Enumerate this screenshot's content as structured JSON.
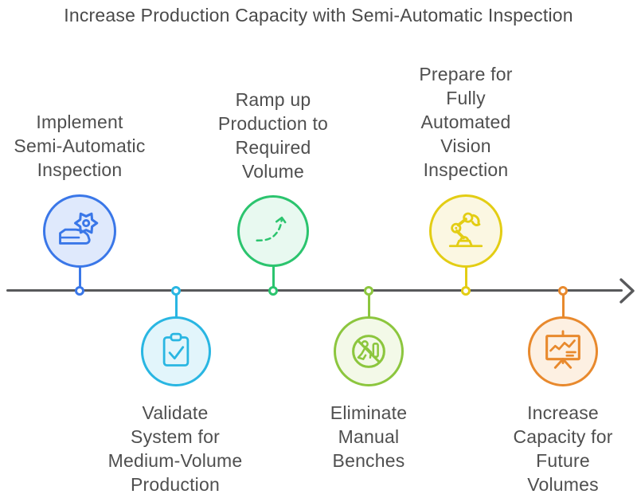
{
  "title": "Increase Production Capacity with Semi-Automatic Inspection",
  "timeline": {
    "direction": "left-to-right",
    "axis_color": "#58595b"
  },
  "milestones": [
    {
      "label": "Implement\nSemi-Automatic\nInspection",
      "position": "above",
      "icon": "gear-machine-icon",
      "stroke_color": "#3a77e8",
      "fill_color": "#dfe9fc"
    },
    {
      "label": "Validate\nSystem for\nMedium-Volume\nProduction",
      "position": "below",
      "icon": "clipboard-check-icon",
      "stroke_color": "#29b6e2",
      "fill_color": "#e2f5fb"
    },
    {
      "label": "Ramp up\nProduction to\nRequired\nVolume",
      "position": "above",
      "icon": "dashed-growth-arrow-icon",
      "stroke_color": "#2bc46e",
      "fill_color": "#e8f9f0"
    },
    {
      "label": "Eliminate\nManual\nBenches",
      "position": "below",
      "icon": "no-manual-work-icon",
      "stroke_color": "#8cc63e",
      "fill_color": "#f3f9e8"
    },
    {
      "label": "Prepare for\nFully\nAutomated\nVision\nInspection",
      "position": "above",
      "icon": "robot-arm-icon",
      "stroke_color": "#e3cd14",
      "fill_color": "#fbf7e2"
    },
    {
      "label": "Increase\nCapacity for\nFuture\nVolumes",
      "position": "below",
      "icon": "presentation-chart-icon",
      "stroke_color": "#e8892d",
      "fill_color": "#fdf0e2"
    }
  ]
}
